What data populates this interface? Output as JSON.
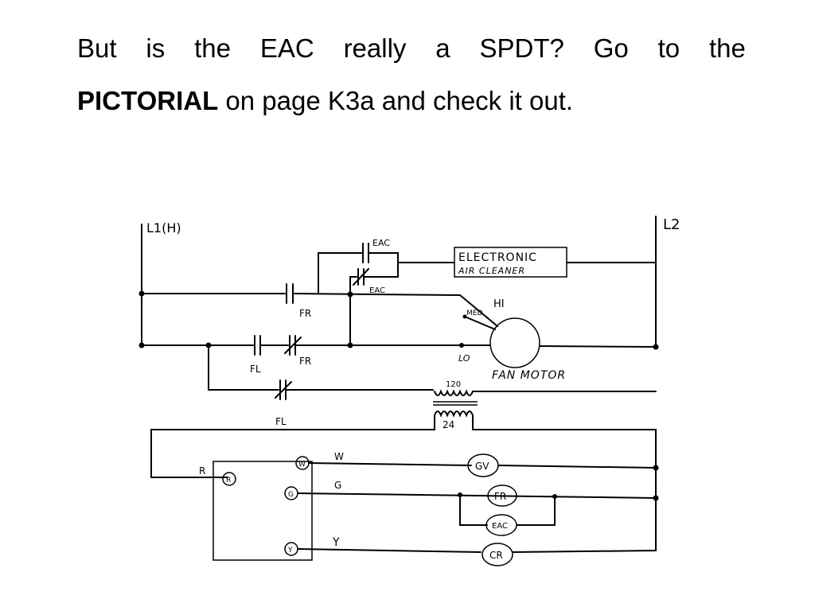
{
  "heading": {
    "line1_words": [
      "But",
      "is",
      "the",
      "EAC",
      "really",
      "a",
      "SPDT?",
      "Go",
      "to",
      "the"
    ],
    "line2_bold": "PICTORIAL",
    "line2_rest": " on page K3a and check it out."
  },
  "diagram": {
    "rail_left": "L1(H)",
    "rail_right": "L2",
    "eac_contact_top": "EAC",
    "eac_contact_bottom": "EAC",
    "eac_box_line1": "ELECTRONIC",
    "eac_box_line2": "AIR CLEANER",
    "fr_contact_1": "FR",
    "fr_contact_2": "FR",
    "fl_contact_1": "FL",
    "fl_contact_2": "FL",
    "hi_label": "HI",
    "med_label": "MED",
    "lo_label": "LO",
    "fan_motor": "FAN MOTOR",
    "xfmr_primary": "120",
    "xfmr_secondary": "24",
    "terminal_r_label": "R",
    "terminal_r": "R",
    "terminal_w": "W",
    "terminal_g": "G",
    "terminal_y": "Y",
    "wire_w": "W",
    "wire_g": "G",
    "wire_y": "Y",
    "coil_gv": "GV",
    "coil_fr": "FR",
    "coil_eac": "EAC",
    "coil_cr": "CR"
  }
}
